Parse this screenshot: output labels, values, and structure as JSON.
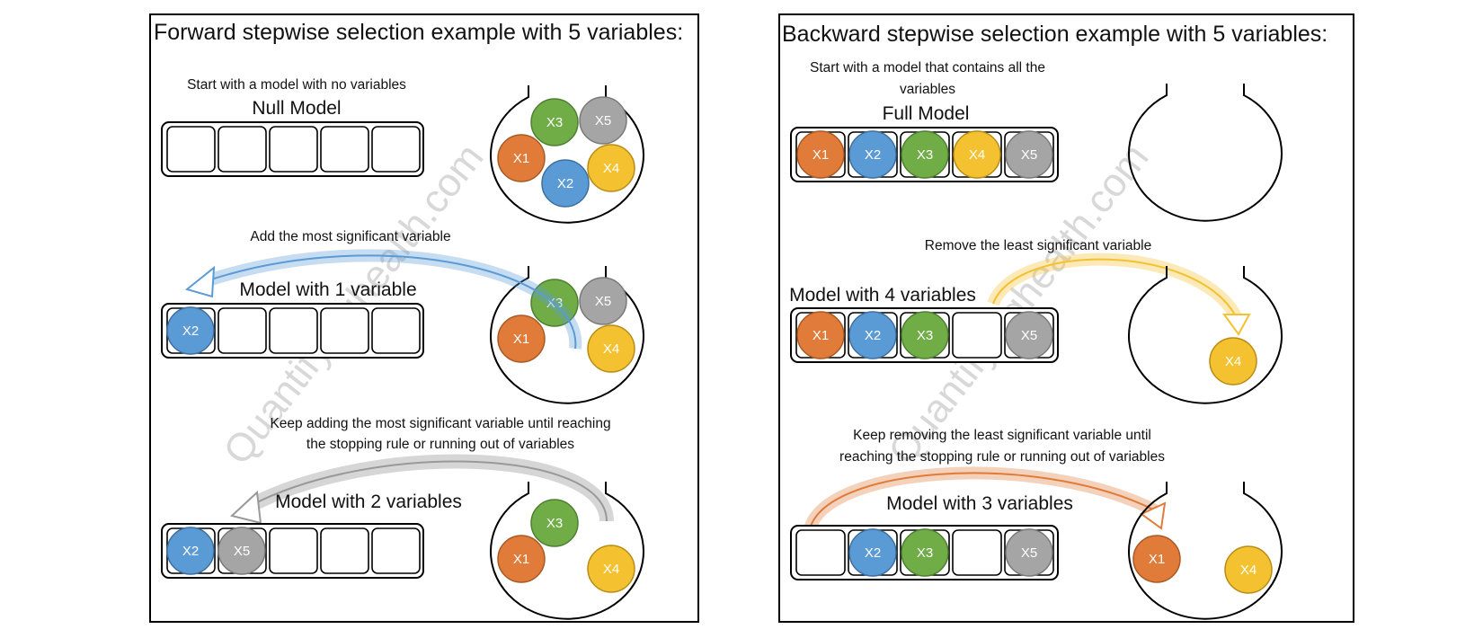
{
  "colors": {
    "x1": "#e07b39",
    "x2": "#5b9bd5",
    "x3": "#70ad47",
    "x4": "#f4c131",
    "x5": "#a5a5a5",
    "arrow_blue": "#5b9bd5",
    "arrow_gray": "#a5a5a5",
    "arrow_yellow": "#f4c131",
    "arrow_orange": "#e07b39"
  },
  "variables": {
    "x1": "X1",
    "x2": "X2",
    "x3": "X3",
    "x4": "X4",
    "x5": "X5"
  },
  "watermark": "Quantifyinghealth.com",
  "forward": {
    "title": "Forward stepwise selection example with 5 variables:",
    "step1": {
      "caption": "Start with a model with no variables",
      "model_title": "Null Model"
    },
    "step2": {
      "caption": "Add the most significant variable",
      "model_title": "Model with 1 variable"
    },
    "step3": {
      "caption_line1": "Keep adding the most significant variable until reaching",
      "caption_line2": "the stopping rule or running out of variables",
      "model_title": "Model with 2 variables"
    }
  },
  "backward": {
    "title": "Backward stepwise selection example with 5 variables:",
    "step1": {
      "caption_line1": "Start with a model that contains all the",
      "caption_line2": "variables",
      "model_title": "Full Model"
    },
    "step2": {
      "caption": "Remove the least significant variable",
      "model_title": "Model with 4 variables"
    },
    "step3": {
      "caption_line1": "Keep removing the least significant variable until",
      "caption_line2": "reaching the stopping rule or running out of variables",
      "model_title": "Model with 3 variables"
    }
  }
}
